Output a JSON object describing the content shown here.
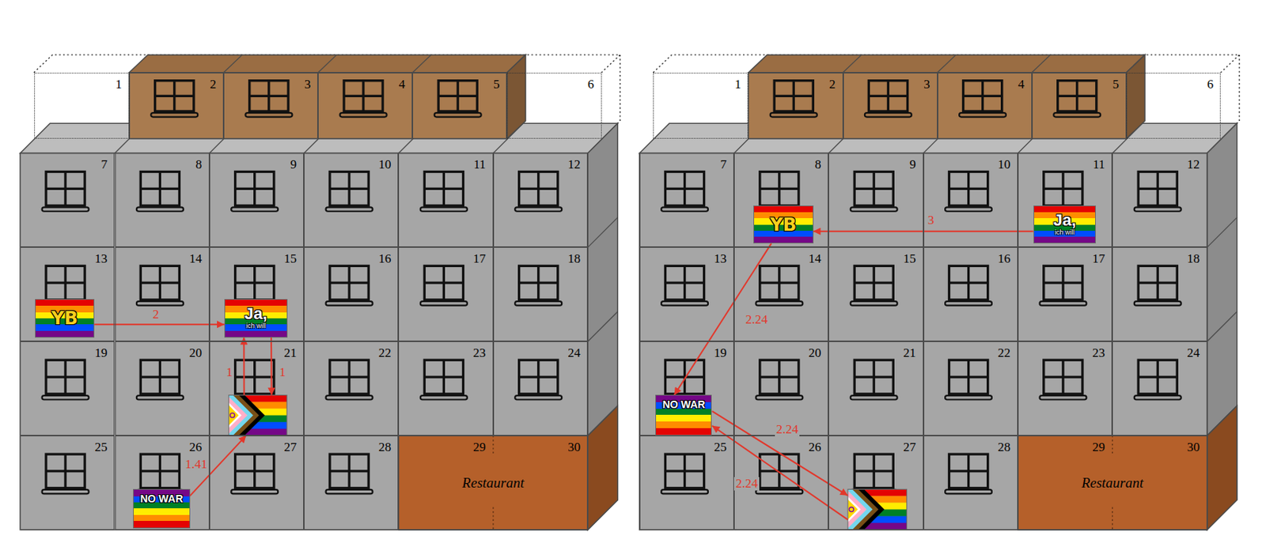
{
  "diagram": {
    "nodes": [
      {
        "text": [
          "1"
        ]
      },
      {
        "text": [
          "2"
        ]
      },
      {
        "text": [
          "3"
        ]
      },
      {
        "text": [
          "4"
        ]
      },
      {
        "text": [
          "5"
        ]
      },
      {
        "text": [
          "6"
        ]
      },
      {
        "text": [
          "7"
        ]
      },
      {
        "text": [
          "8"
        ]
      },
      {
        "text": [
          "9"
        ]
      },
      {
        "text": [
          "10"
        ]
      },
      {
        "text": [
          "11"
        ]
      },
      {
        "text": [
          "12"
        ]
      },
      {
        "text": [
          "13"
        ]
      },
      {
        "text": [
          "YB"
        ],
        "in": 12
      },
      {
        "text": [
          "14"
        ]
      },
      {
        "text": [
          "15"
        ]
      },
      {
        "text": [
          "Ja,",
          "ich will"
        ],
        "in": 15
      },
      {
        "text": [
          "16"
        ]
      },
      {
        "text": [
          "17"
        ]
      },
      {
        "text": [
          "18"
        ]
      },
      {
        "text": [
          "19"
        ]
      },
      {
        "text": [
          "20"
        ]
      },
      {
        "text": [
          "21"
        ]
      },
      {
        "text": [
          "22"
        ]
      },
      {
        "text": [
          "23"
        ]
      },
      {
        "text": [
          "24"
        ]
      },
      {
        "text": [
          "25"
        ]
      },
      {
        "text": [
          "26"
        ]
      },
      {
        "text": [
          "NO WAR"
        ],
        "in": 27
      },
      {
        "text": [
          "27"
        ]
      },
      {
        "text": [
          "28"
        ]
      },
      {
        "text": [
          "29",
          "30",
          "Restaurant"
        ]
      },
      {
        "text": [
          "1"
        ]
      },
      {
        "text": [
          "2"
        ]
      },
      {
        "text": [
          "3"
        ]
      },
      {
        "text": [
          "4"
        ]
      },
      {
        "text": [
          "5"
        ]
      },
      {
        "text": [
          "6"
        ]
      },
      {
        "text": [
          "7"
        ]
      },
      {
        "text": [
          "8"
        ]
      },
      {
        "text": [
          "YB"
        ],
        "in": 39
      },
      {
        "text": [
          "9"
        ]
      },
      {
        "text": [
          "10"
        ]
      },
      {
        "text": [
          "11"
        ]
      },
      {
        "text": [
          "Ja,",
          "ich will"
        ],
        "in": 43
      },
      {
        "text": [
          "12"
        ]
      },
      {
        "text": [
          "13"
        ]
      },
      {
        "text": [
          "14"
        ]
      },
      {
        "text": [
          "15"
        ]
      },
      {
        "text": [
          "16"
        ]
      },
      {
        "text": [
          "17"
        ]
      },
      {
        "text": [
          "18"
        ]
      },
      {
        "text": [
          "19"
        ]
      },
      {
        "text": [
          "NO WAR"
        ],
        "in": 52
      },
      {
        "text": [
          "20"
        ]
      },
      {
        "text": [
          "21"
        ]
      },
      {
        "text": [
          "22"
        ]
      },
      {
        "text": [
          "23"
        ]
      },
      {
        "text": [
          "24"
        ]
      },
      {
        "text": [
          "25"
        ]
      },
      {
        "text": [
          "26"
        ]
      },
      {
        "text": [
          "27"
        ]
      },
      {
        "text": [
          "28"
        ]
      },
      {
        "text": [
          "29",
          "30",
          "Restaurant"
        ]
      }
    ],
    "edges": [
      {
        "from": 28,
        "to": 22,
        "arrow": "to",
        "label": "1.41"
      },
      {
        "from": 22,
        "to": 16,
        "arrow": "to",
        "label": "1"
      },
      {
        "from": 16,
        "to": 22,
        "arrow": "to",
        "label": "1"
      },
      {
        "from": 13,
        "to": 16,
        "arrow": "to",
        "label": "2"
      },
      {
        "from": 44,
        "to": 40,
        "arrow": "to",
        "label": "3"
      },
      {
        "from": 40,
        "to": 53,
        "arrow": "to",
        "label": "2.24"
      },
      {
        "from": 53,
        "to": 61,
        "arrow": "to",
        "label": "2.24"
      },
      {
        "from": 61,
        "to": 53,
        "arrow": "to",
        "label": "2.24"
      }
    ]
  }
}
